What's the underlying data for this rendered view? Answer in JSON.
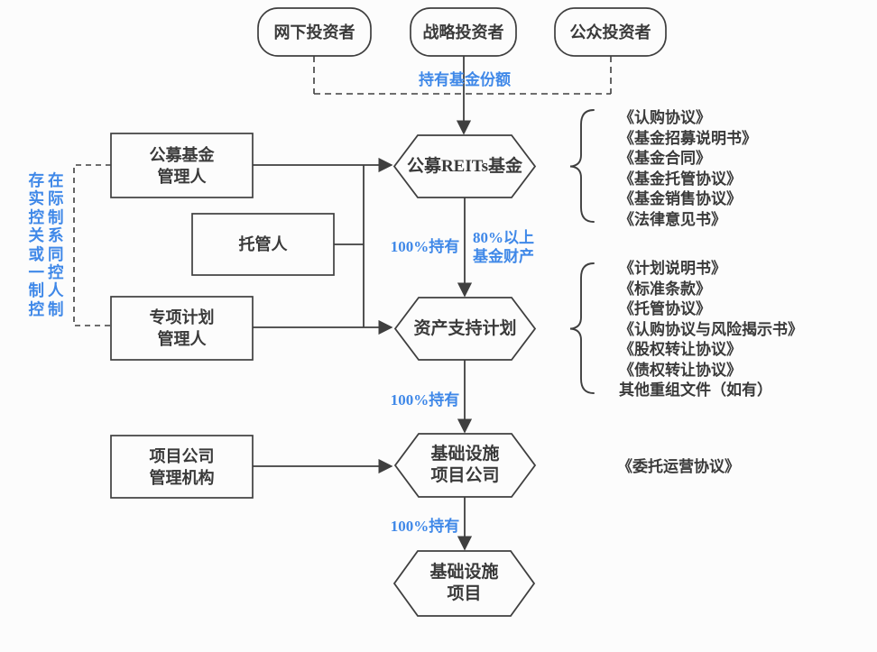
{
  "diagram": {
    "investors": [
      {
        "label": "网下投资者"
      },
      {
        "label": "战略投资者"
      },
      {
        "label": "公众投资者"
      }
    ],
    "left_note": "存在\n实际\n控制\n关系\n或同\n一控\n制人\n控制",
    "boxes": {
      "fund_manager": "公募基金\n管理人",
      "custodian": "托管人",
      "plan_manager": "专项计划\n管理人",
      "project_manager": "项目公司\n管理机构"
    },
    "hexagons": {
      "reits_fund": "公募REITs基金",
      "abs_plan": "资产支持计划",
      "project_company": "基础设施\n项目公司",
      "infra_project": "基础设施\n项目"
    },
    "edge_labels": {
      "hold_fund_shares": "持有基金份额",
      "hold_100_top": "100%持有",
      "over_80_fund_assets": "80%以上\n基金财产",
      "hold_100_mid": "100%持有",
      "hold_100_bottom": "100%持有"
    },
    "docs": {
      "fund_docs": [
        "《认购协议》",
        "《基金招募说明书》",
        "《基金合同》",
        "《基金托管协议》",
        "《基金销售协议》",
        "《法律意见书》"
      ],
      "abs_docs": [
        "《计划说明书》",
        "《标准条款》",
        "《托管协议》",
        "《认购协议与风险揭示书》",
        "《股权转让协议》",
        "《债权转让协议》",
        "其他重组文件（如有）"
      ],
      "operation_doc": "《委托运营协议》"
    },
    "colors": {
      "accent_blue": "#3f88e8",
      "line": "#3f3f3f",
      "text": "#3a3a3a"
    }
  }
}
